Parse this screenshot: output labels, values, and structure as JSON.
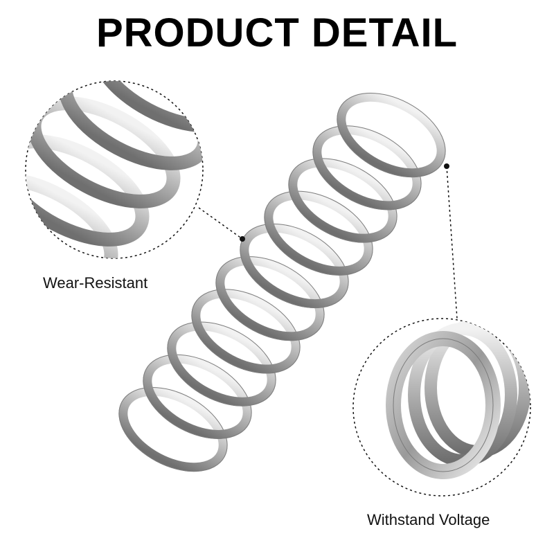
{
  "title": "PRODUCT DETAIL",
  "callouts": {
    "wear": "Wear-Resistant",
    "voltage": "Withstand Voltage"
  },
  "colors": {
    "text": "#000000",
    "metal_light": "#e8e8e8",
    "metal_mid": "#a8a8a8",
    "metal_dark": "#6a6a6a",
    "dash": "#111111"
  }
}
